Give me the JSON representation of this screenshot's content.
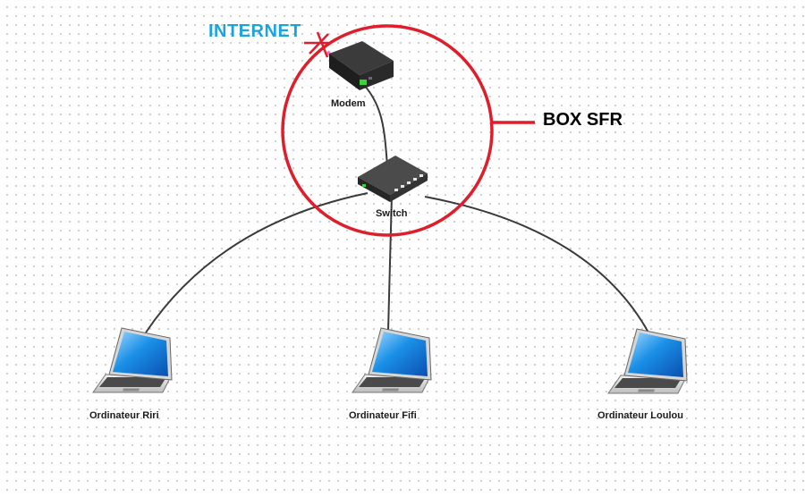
{
  "labels": {
    "internet": "INTERNET",
    "box": "BOX SFR",
    "modem": "Modem",
    "switch": "Switch",
    "pc1": "Ordinateur Riri",
    "pc2": "Ordinateur Fifi",
    "pc3": "Ordinateur Loulou"
  },
  "colors": {
    "internet_text": "#19a3e0",
    "box_circle": "#e01e2b",
    "cable": "#3a3a3a",
    "laptop_screen": "#1a8fe6"
  },
  "icons": {
    "modem": "modem-icon",
    "switch": "network-switch-icon",
    "laptop": "laptop-icon",
    "disconnected_mark": "cross-mark-icon"
  }
}
